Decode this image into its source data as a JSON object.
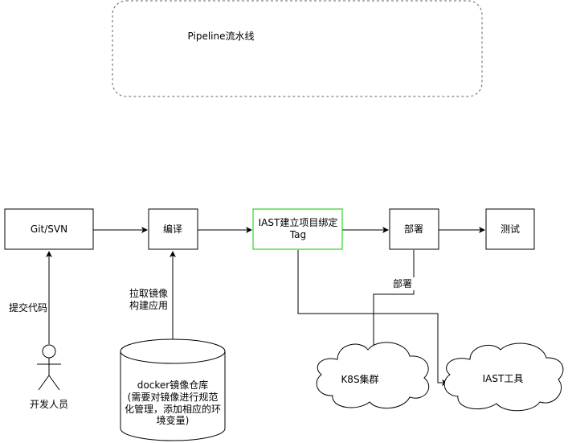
{
  "colors": {
    "stroke": "#000000",
    "dashed_border": "#666666",
    "green_border": "#00cc00",
    "background": "#ffffff"
  },
  "pipeline": {
    "label": "Pipeline流水线"
  },
  "nodes": {
    "git": "Git/SVN",
    "compile": "编译",
    "iast_tag": [
      "IAST建立项目绑定",
      "Tag"
    ],
    "deploy": "部署",
    "test": "测试",
    "developer": "开发人员",
    "docker": [
      "docker镜像仓库",
      "(需要对镜像进行规范",
      "化管理，添加相应的环",
      "境变量)"
    ],
    "k8s": "K8S集群",
    "iast_tool": "IAST工具"
  },
  "edge_labels": {
    "commit": "提交代码",
    "pull_build": [
      "拉取镜像",
      "构建应用"
    ],
    "deploy": "部署"
  }
}
